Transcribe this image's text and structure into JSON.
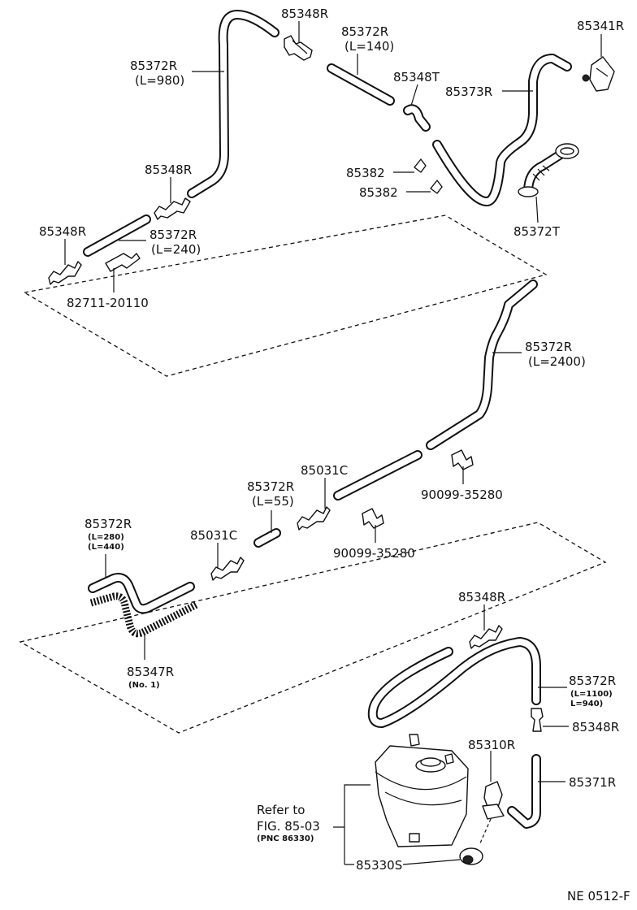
{
  "labels": {
    "p85348R_top": "85348R",
    "p85372R_140": "85372R",
    "p85372R_140_len": "(L=140)",
    "p85341R": "85341R",
    "p85372R_980": "85372R",
    "p85372R_980_len": "(L=980)",
    "p85348T": "85348T",
    "p85373R": "85373R",
    "p85348R_mid": "85348R",
    "p85382_a": "85382",
    "p85382_b": "85382",
    "p85372T": "85372T",
    "p85348R_left": "85348R",
    "p85372R_240": "85372R",
    "p85372R_240_len": "(L=240)",
    "p82711": "82711-20110",
    "p85372R_2400": "85372R",
    "p85372R_2400_len": "(L=2400)",
    "p85031C_a": "85031C",
    "p85372R_55": "85372R",
    "p85372R_55_len": "(L=55)",
    "p90099_a": "90099-35280",
    "p90099_b": "90099-35280",
    "p85372R_280": "85372R",
    "p85372R_280_len1": "(L=280)",
    "p85372R_280_len2": "(L=440)",
    "p85031C_b": "85031C",
    "p85347R": "85347R",
    "p85347R_no": "(No. 1)",
    "p85348R_low": "85348R",
    "p85372R_1100": "85372R",
    "p85372R_1100_len1": "(L=1100)",
    "p85372R_1100_len2": "L=940)",
    "p85348R_right": "85348R",
    "p85310R": "85310R",
    "p85371R": "85371R",
    "refer_line1": "Refer to",
    "refer_line2": "FIG. 85-03",
    "refer_line3": "(PNC 86330)",
    "p85330S": "85330S",
    "footer_code": "NE  0512-F"
  }
}
